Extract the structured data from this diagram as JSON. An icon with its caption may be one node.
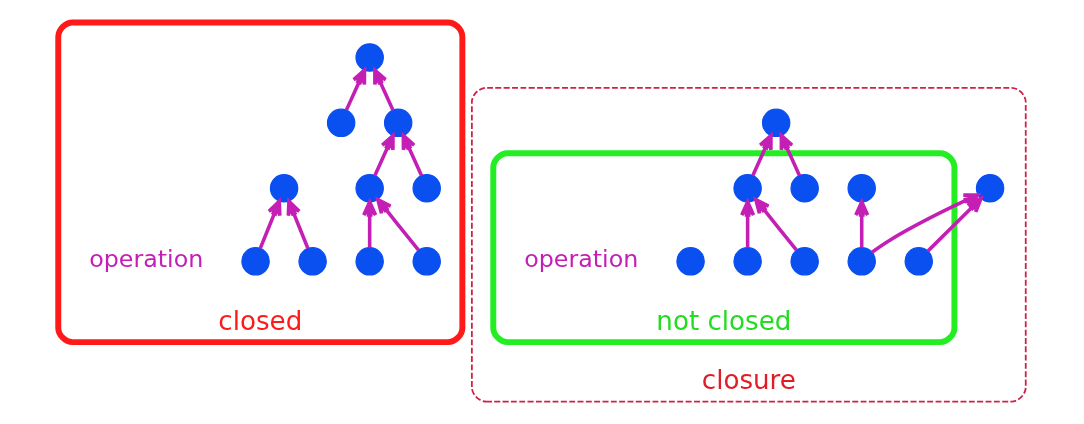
{
  "diagram": {
    "nodes": [
      {
        "text": [
          "closed"
        ]
      },
      {
        "text": [],
        "shape": "circle",
        "in": 0
      },
      {
        "text": [],
        "shape": "circle",
        "in": 0
      },
      {
        "text": [],
        "shape": "circle",
        "in": 0
      },
      {
        "text": [],
        "shape": "circle",
        "in": 0
      },
      {
        "text": [],
        "shape": "circle",
        "in": 0
      },
      {
        "text": [],
        "shape": "circle",
        "in": 0
      },
      {
        "text": [],
        "shape": "circle",
        "in": 0
      },
      {
        "text": [],
        "shape": "circle",
        "in": 0
      },
      {
        "text": [],
        "shape": "circle",
        "in": 0
      },
      {
        "text": [],
        "shape": "circle",
        "in": 0
      },
      {
        "text": [
          "closure"
        ]
      },
      {
        "text": [
          "not closed"
        ],
        "in": 11
      },
      {
        "text": [],
        "shape": "circle",
        "in": 11
      },
      {
        "text": [],
        "shape": "circle",
        "in": 11
      },
      {
        "text": [],
        "shape": "circle",
        "in": 12
      },
      {
        "text": [],
        "shape": "circle",
        "in": 12
      },
      {
        "text": [],
        "shape": "circle",
        "in": 12
      },
      {
        "text": [],
        "shape": "circle",
        "in": 12
      },
      {
        "text": [],
        "shape": "circle",
        "in": 12
      },
      {
        "text": [],
        "shape": "circle",
        "in": 12
      },
      {
        "text": [],
        "shape": "circle",
        "in": 12
      },
      {
        "text": [],
        "shape": "circle",
        "in": 12
      }
    ],
    "edges": [
      {
        "from": 1,
        "to": 4,
        "arrow": "to"
      },
      {
        "from": 2,
        "to": 3,
        "arrow": "to"
      },
      {
        "from": 5,
        "to": 3,
        "arrow": "to"
      },
      {
        "from": 3,
        "to": 4,
        "arrow": "to"
      },
      {
        "from": 4,
        "to": 8,
        "arrow": "to"
      },
      {
        "from": 7,
        "to": 8,
        "arrow": "to"
      },
      {
        "from": 6,
        "to": 9,
        "arrow": "to"
      },
      {
        "from": 10,
        "to": 9,
        "arrow": "to"
      },
      {
        "from": 15,
        "to": 13,
        "arrow": "to"
      },
      {
        "from": 16,
        "to": 13,
        "arrow": "to"
      },
      {
        "from": 17,
        "to": 16,
        "arrow": "to"
      },
      {
        "from": 21,
        "to": 16,
        "arrow": "to"
      },
      {
        "from": 19,
        "to": 14,
        "arrow": "to"
      },
      {
        "from": 18,
        "to": 14,
        "arrow": "to"
      },
      {
        "from": 19,
        "to": 20,
        "arrow": "to"
      }
    ],
    "labels": [
      "operation",
      "operation"
    ]
  }
}
